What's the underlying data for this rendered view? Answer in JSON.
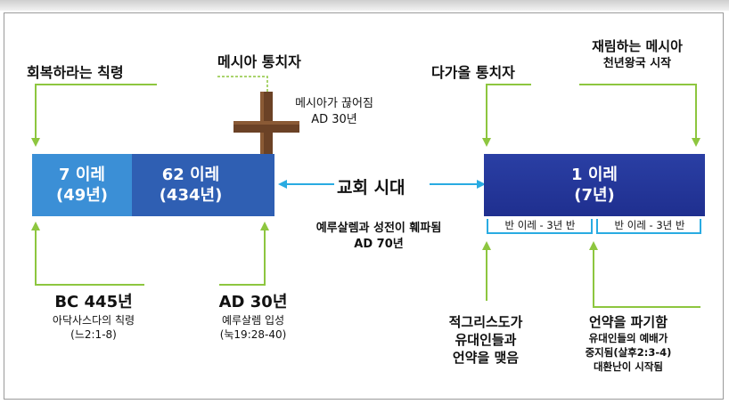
{
  "colors": {
    "green": "#8dc63f",
    "teal": "#29abe2",
    "bar_light": "#3b8fd6",
    "bar_mid": "#2f5fb3",
    "bar_dark": "#1f2f8f",
    "cross": "#6b4226"
  },
  "labels": {
    "decree": "회복하라는 칙령",
    "messiah_ruler": "메시아 통치자",
    "messiah_cut_off": "메시아가 끊어짐",
    "messiah_cut_off_year": "AD 30년",
    "coming_ruler": "다가올 통치자",
    "returning_messiah": "재림하는 메시아",
    "millennium": "천년왕국 시작",
    "church_age": "교회 시대",
    "temple_destroyed": "예루살렘과 성전이 훼파됨",
    "temple_destroyed_year": "AD 70년",
    "half_week_1": "반 이레 - 3년 반",
    "half_week_2": "반 이레 - 3년 반"
  },
  "bars": {
    "seven_weeks": {
      "line1": "7 이레",
      "line2": "(49년)"
    },
    "sixtytwo_weeks": {
      "line1": "62 이레",
      "line2": "(434년)"
    },
    "one_week": {
      "line1": "1 이레",
      "line2": "(7년)"
    }
  },
  "events": {
    "bc445": {
      "title": "BC 445년",
      "line1": "아닥사스다의 칙령",
      "line2": "(느2:1-8)"
    },
    "ad30": {
      "title": "AD 30년",
      "line1": "예루살렘 입성",
      "line2": "(눅19:28-40)"
    },
    "antichrist": {
      "line1": "적그리스도가",
      "line2": "유대인들과",
      "line3": "언약을 맺음"
    },
    "covenant_broken": {
      "title": "언약을 파기함",
      "line1": "유대인들의 예배가",
      "line2": "중지됨(살후2:3-4)",
      "line3": "대환난이 시작됨"
    }
  }
}
